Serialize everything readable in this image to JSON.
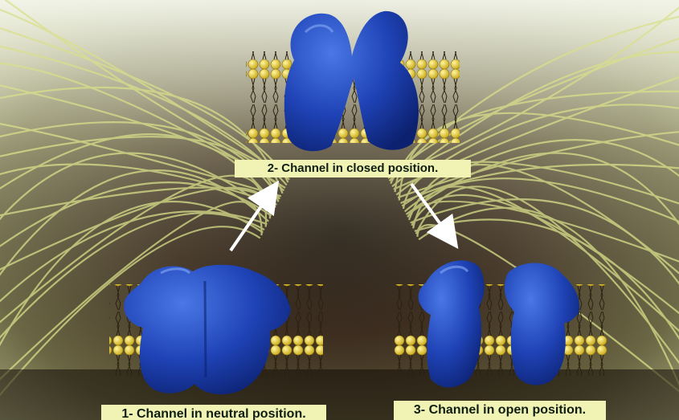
{
  "diagram": {
    "labels": {
      "closed": "2- Channel in closed position.",
      "neutral": "1- Channel in neutral position.",
      "open": "3- Channel in open position."
    },
    "colors": {
      "protein": "#1f43b6",
      "protein_highlight": "#4a78e6",
      "lipid_head": "#e8d230",
      "label_background": "#f0f3b4",
      "arrow": "#ffffff",
      "fiber": "#d9e08a"
    },
    "sequence": [
      "neutral",
      "closed",
      "open"
    ]
  }
}
